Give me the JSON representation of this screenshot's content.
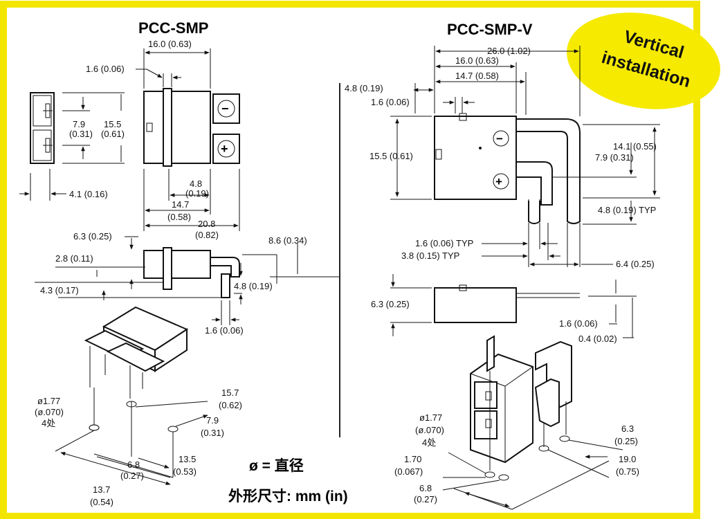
{
  "titles": {
    "left": "PCC-SMP",
    "right": "PCC-SMP-V"
  },
  "badge": {
    "line1": "Vertical",
    "line2": "installation"
  },
  "legend": {
    "diameter_note": "ø = 直径",
    "units_note": "外形尺寸: mm (in)"
  },
  "left_top": {
    "d1": "16.0 (0.63)",
    "d2": "1.6 (0.06)",
    "d3a": "7.9",
    "d3b": "(0.31)",
    "d4a": "15.5",
    "d4b": "(0.61)",
    "d5": "4.1 (0.16)",
    "d6a": "4.8",
    "d6b": "(0.19)",
    "d7a": "14.7",
    "d7b": "(0.58)",
    "d8a": "20.8",
    "d8b": "(0.82)"
  },
  "left_side": {
    "d1": "6.3 (0.25)",
    "d2": "2.8 (0.11)",
    "d3": "4.3 (0.17)",
    "d4": "8.6 (0.34)",
    "d5": "4.8 (0.19)",
    "d6": "1.6 (0.06)"
  },
  "left_footprint": {
    "hole_a": "ø1.77",
    "hole_b": "(ø.070)",
    "hole_c": "4处",
    "d1a": "15.7",
    "d1b": "(0.62)",
    "d2a": "7.9",
    "d2b": "(0.31)",
    "d3a": "6.8",
    "d3b": "(0.27)",
    "d4a": "13.5",
    "d4b": "(0.53)",
    "d5a": "13.7",
    "d5b": "(0.54)"
  },
  "right_top": {
    "d1": "26.0 (1.02)",
    "d2": "16.0 (0.63)",
    "d3": "14.7 (0.58)",
    "d4": "4.8 (0.19)",
    "d5": "1.6 (0.06)",
    "d6": "15.5 (0.61)",
    "d7": "14.1 (0.55)",
    "d8": "7.9 (0.31)",
    "d9": "4.8 (0.19) TYP",
    "d10": "1.6 (0.06) TYP",
    "d11": "3.8 (0.15) TYP",
    "d12": "6.4 (0.25)"
  },
  "right_side": {
    "d1": "6.3 (0.25)",
    "d2": "1.6 (0.06)",
    "d3": "0.4 (0.02)"
  },
  "right_footprint": {
    "hole_a": "ø1.77",
    "hole_b": "(ø.070)",
    "hole_c": "4处",
    "d1a": "1.70",
    "d1b": "(0.067)",
    "d2a": "6.8",
    "d2b": "(0.27)",
    "d3a": "6.3",
    "d3b": "(0.25)",
    "d4a": "19.0",
    "d4b": "(0.75)"
  },
  "terminal_marks": {
    "minus": "−",
    "plus": "+"
  },
  "colors": {
    "border": "#f2e600",
    "badge_fill": "#f5ea00",
    "ink": "#111111"
  }
}
